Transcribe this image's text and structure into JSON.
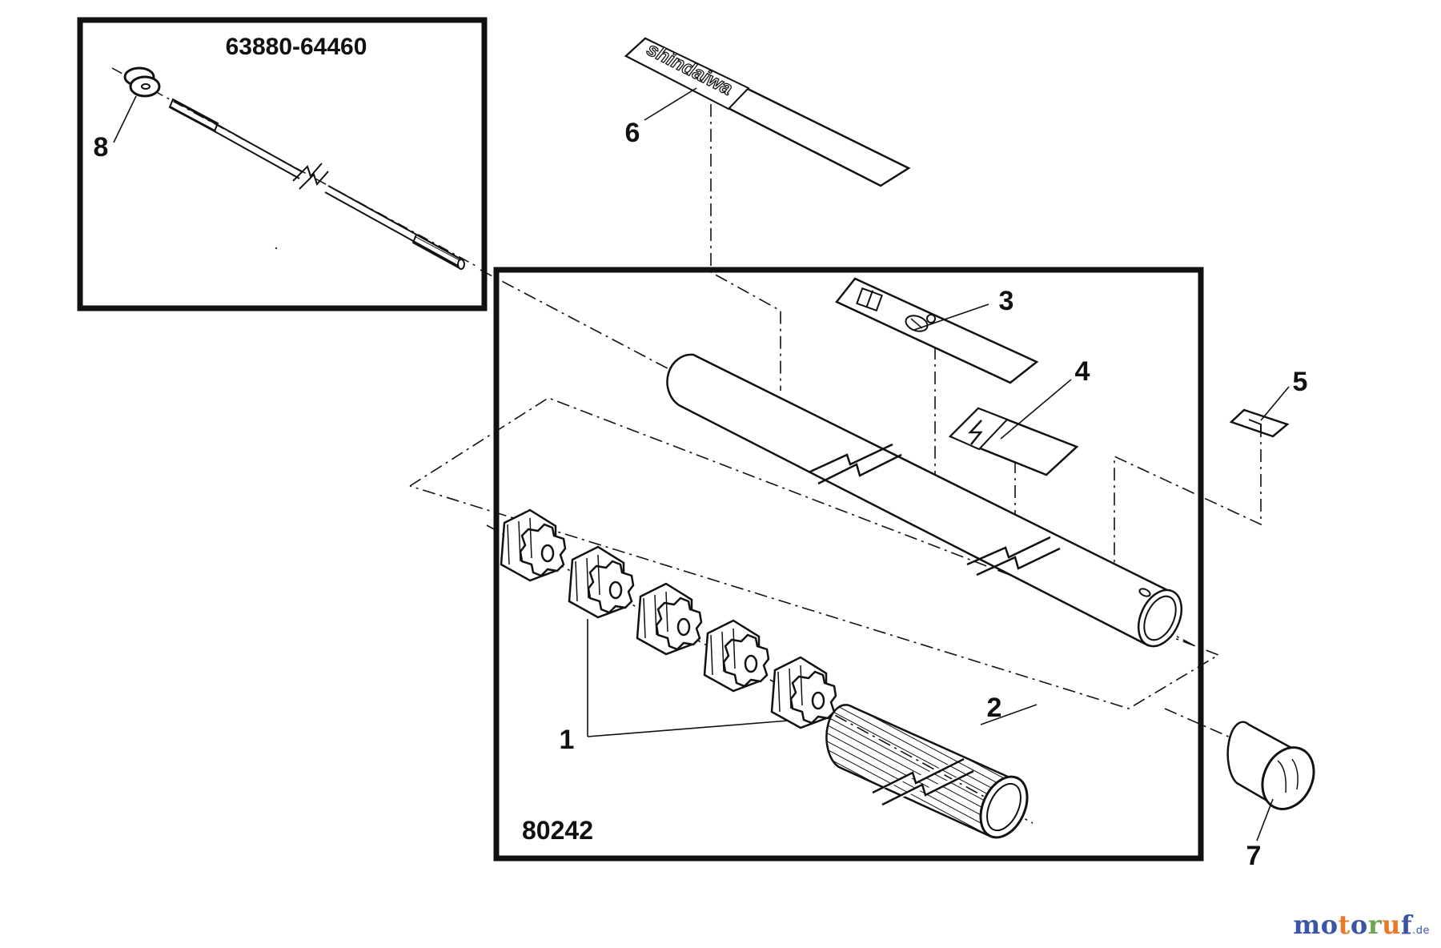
{
  "boxes": {
    "inset_code": "63880-64460",
    "main_code": "80242"
  },
  "decal_brand": "shindaiwa",
  "callouts": {
    "c1": "1",
    "c2": "2",
    "c3": "3",
    "c4": "4",
    "c5": "5",
    "c6": "6",
    "c7": "7",
    "c8": "8"
  },
  "watermark": {
    "letters": [
      "m",
      "o",
      "t",
      "o",
      "r",
      "u",
      "f"
    ],
    "colors": [
      "#3a55a4",
      "#3a55a4",
      "#e8792b",
      "#3a55a4",
      "#6aa84f",
      "#e8792b",
      "#3a55a4"
    ],
    "suffix": ".de"
  },
  "icons": [
    "bolt-icon",
    "bee-icon",
    "book-icon"
  ]
}
